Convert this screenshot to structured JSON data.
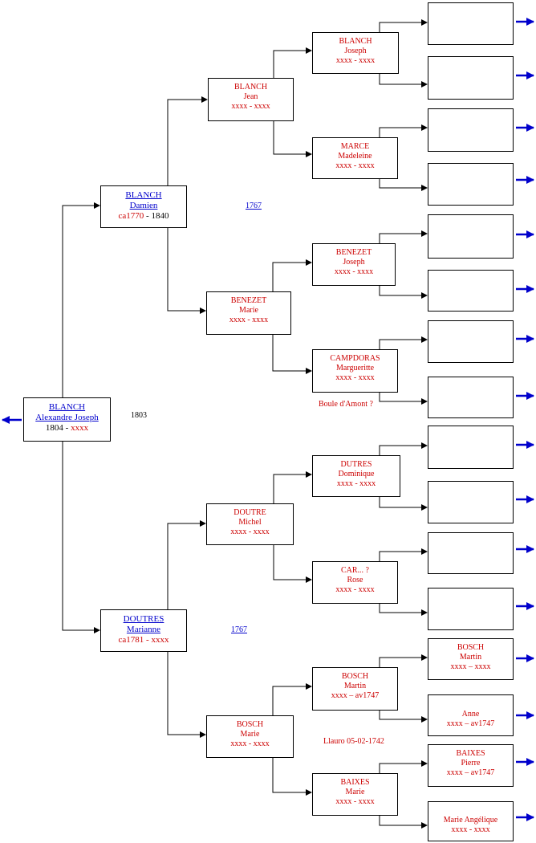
{
  "colors": {
    "accent": "#0000cc",
    "name": "#cc0000",
    "line": "#000000"
  },
  "root": {
    "surname": "BLANCH",
    "given": "Alexandre Joseph",
    "birth": "1804",
    "death": "xxxx"
  },
  "gen1": {
    "father": {
      "surname": "BLANCH",
      "given": "Damien",
      "birth": "ca1770",
      "death": "1840"
    },
    "mother": {
      "surname": "DOUTRES",
      "given": "Marianne",
      "dates": "ca1781 - xxxx"
    }
  },
  "gen2": {
    "ff": {
      "surname": "BLANCH",
      "given": "Jean",
      "dates": "xxxx - xxxx"
    },
    "fm": {
      "surname": "BENEZET",
      "given": "Marie",
      "dates": "xxxx - xxxx"
    },
    "mf": {
      "surname": "DOUTRE",
      "given": "Michel",
      "dates": "xxxx - xxxx"
    },
    "mm": {
      "surname": "BOSCH",
      "given": "Marie",
      "dates": "xxxx - xxxx"
    }
  },
  "gen3": {
    "fff": {
      "surname": "BLANCH",
      "given": "Joseph",
      "dates": "xxxx - xxxx"
    },
    "ffm": {
      "surname": "MARCE",
      "given": "Madeleine",
      "dates": "xxxx - xxxx"
    },
    "fmf": {
      "surname": "BENEZET",
      "given": "Joseph",
      "dates": "xxxx - xxxx"
    },
    "fmm": {
      "surname": "CAMPDORAS",
      "given": "Margueritte",
      "dates": "xxxx - xxxx"
    },
    "mff": {
      "surname": "DUTRES",
      "given": "Dominique",
      "dates": "xxxx - xxxx"
    },
    "mfm": {
      "surname": "CAR... ?",
      "given": "Rose",
      "dates": "xxxx - xxxx"
    },
    "mmf": {
      "surname": "BOSCH",
      "given": "Martin",
      "dates": "xxxx – av1747"
    },
    "mmm": {
      "surname": "BAIXES",
      "given": "Marie",
      "dates": "xxxx - xxxx"
    }
  },
  "gen4": {
    "mmff": {
      "l1": "BOSCH",
      "l2": "Martin",
      "l3": "xxxx – xxxx"
    },
    "mmfm": {
      "l1": "Anne",
      "l2": "xxxx – av1747"
    },
    "mmmf": {
      "l1": "BAIXES",
      "l2": "Pierre",
      "l3": "xxxx – av1747"
    },
    "mmmm": {
      "l1": "Marie Angélique",
      "l2": "xxxx - xxxx"
    }
  },
  "notes": {
    "root_marriage": "1803",
    "father_marriage": "1767",
    "mother_marriage": "1767",
    "place_boule": "Boule d'Amont  ?",
    "place_llauro": "Llauro 05-02-1742"
  }
}
